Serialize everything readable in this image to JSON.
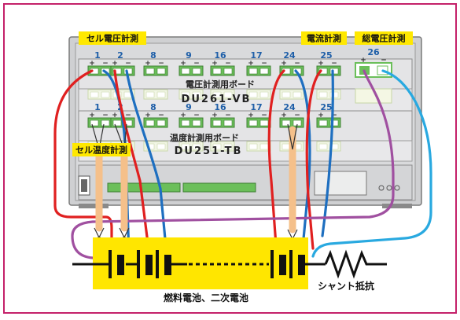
{
  "labels": {
    "cell_voltage": "セル電圧計測",
    "current": "電流計測",
    "total_voltage": "総電圧計測",
    "cell_temp": "セル温度計測",
    "board_voltage_jp": "電圧計測用ボード",
    "board_voltage_model": "DU261-VB",
    "board_temp_jp": "温度計測用ボード",
    "board_temp_model": "DU251-TB",
    "battery": "燃料電池、二次電池",
    "shunt": "シャント抵抗"
  },
  "channels": {
    "ch1": "1",
    "ch2": "2",
    "ch8": "8",
    "ch9": "9",
    "ch16": "16",
    "ch17": "17",
    "ch24": "24",
    "ch25": "25",
    "ch26": "26"
  },
  "polarity": {
    "plus": "+",
    "minus": "−"
  },
  "colors": {
    "frame": "#c4216a",
    "callout": "#ffe800",
    "battery_fill": "#ffe600",
    "red_wire": "#e02020",
    "blue_wire": "#1e6fc0",
    "cyan_wire": "#29a9e0",
    "purple_wire": "#a050a0",
    "probe": "#f5c08a",
    "board_green": "#6bbf5a",
    "channel_text": "#1f5fa8"
  }
}
